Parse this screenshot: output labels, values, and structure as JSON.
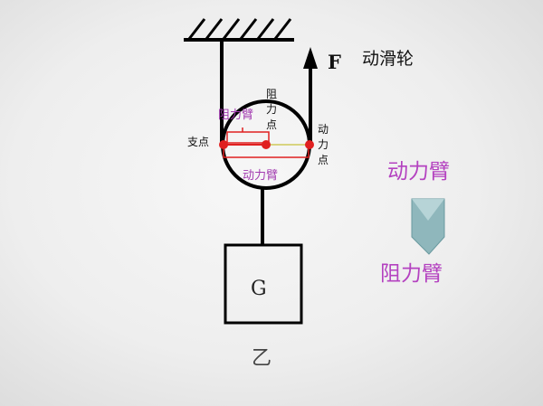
{
  "title": "动滑轮",
  "force_label": "F",
  "fulcrum_label": "支点",
  "load_point_label": "阻力点",
  "effort_point_label": "动力点",
  "load_arm_small": "阻力臂",
  "effort_arm_small": "动力臂",
  "weight_label": "G",
  "bottom_label": "乙",
  "legend_top": "动力臂",
  "legend_bottom": "阻力臂",
  "colors": {
    "line": "#000000",
    "highlight": "#e02020",
    "axis_yellow": "#d8d480",
    "arm_text": "#b442c0",
    "chevron": "#8fb7bc"
  }
}
